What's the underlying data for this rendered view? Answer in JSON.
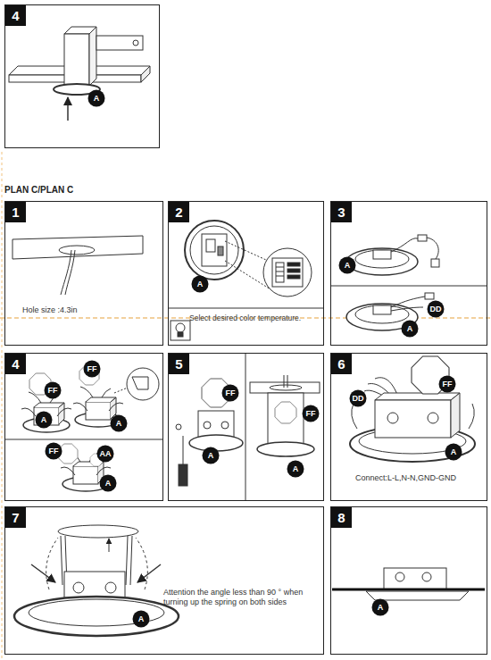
{
  "diagram": {
    "title": "PLAN C/PLAN C",
    "nodes": [
      {
        "text": [
          "4"
        ]
      },
      {
        "text": [
          "A"
        ],
        "in": 0
      },
      {
        "text": [
          "1",
          "Hole size :4.3in"
        ]
      },
      {
        "text": [
          "2",
          "Select desired color temperature."
        ]
      },
      {
        "text": [
          "A"
        ],
        "in": 3
      },
      {
        "text": [
          "3"
        ]
      },
      {
        "text": [
          "A"
        ],
        "in": 5
      },
      {
        "text": [
          "DD"
        ],
        "in": 5
      },
      {
        "text": [
          "A"
        ],
        "in": 5
      },
      {
        "text": [
          "4"
        ]
      },
      {
        "text": [
          "FF"
        ],
        "in": 9
      },
      {
        "text": [
          "FF"
        ],
        "in": 9
      },
      {
        "text": [
          "A"
        ],
        "in": 9
      },
      {
        "text": [
          "A"
        ],
        "in": 9
      },
      {
        "text": [
          "FF"
        ],
        "in": 9
      },
      {
        "text": [
          "AA"
        ],
        "in": 9
      },
      {
        "text": [
          "A"
        ],
        "in": 9
      },
      {
        "text": [
          "5"
        ]
      },
      {
        "text": [
          "FF"
        ],
        "in": 17
      },
      {
        "text": [
          "A"
        ],
        "in": 17
      },
      {
        "text": [
          "FF"
        ],
        "in": 17
      },
      {
        "text": [
          "A"
        ],
        "in": 17
      },
      {
        "text": [
          "6",
          "Connect:L-L,N-N,GND-GND"
        ]
      },
      {
        "text": [
          "DD"
        ],
        "in": 22
      },
      {
        "text": [
          "FF"
        ],
        "in": 22
      },
      {
        "text": [
          "A"
        ],
        "in": 22
      },
      {
        "text": [
          "7",
          "Attention the angle less than 90 ° when turning up the spring on both sides"
        ]
      },
      {
        "text": [
          "A"
        ],
        "in": 26
      },
      {
        "text": [
          "8"
        ]
      },
      {
        "text": [
          "A"
        ],
        "in": 28
      }
    ]
  }
}
